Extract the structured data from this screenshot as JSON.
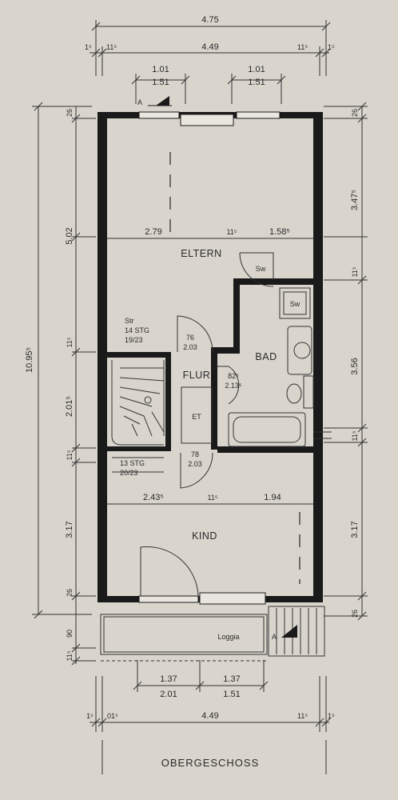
{
  "title": "OBERGESCHOSS",
  "rooms": {
    "eltern": "ELTERN",
    "bad": "BAD",
    "flur": "FLUR",
    "kind": "KIND",
    "loggia": "Loggia",
    "et": "ET",
    "sw_top": "Sw",
    "sw_bath": "Sw"
  },
  "dims_top": {
    "total": "4.75",
    "left_small": "11⁵",
    "left_tiny": "1⁵",
    "inner": "4.49",
    "right_small": "11⁵",
    "right_tiny": "1⁵",
    "win1_outer": "1.01",
    "win1_inner": "1.51",
    "win2_outer": "1.01",
    "win2_inner": "1.51"
  },
  "dims_left": {
    "total": "10.95⁵",
    "top_wall": "26",
    "eltern": "5.02",
    "wall1": "11⁵",
    "stair": "2.01⁵",
    "wall2": "11⁵",
    "kind": "3.17",
    "bottom_wall": "26",
    "loggia": "90",
    "loggia_wall": "11⁵"
  },
  "dims_right": {
    "top_wall": "26",
    "eltern": "3.47⁵",
    "wall1": "11⁵",
    "bad": "3.56",
    "wall2": "11⁵",
    "kind": "3.17",
    "bottom_wall": "26"
  },
  "dims_inner": {
    "eltern_left": "2.79",
    "eltern_mid": "11⁵",
    "eltern_right": "1.58⁵",
    "kind_left": "2.43⁵",
    "kind_mid": "11⁵",
    "kind_right": "1.94",
    "door1_a": "76",
    "door1_b": "2.03",
    "door2_a": "82⁵",
    "door2_b": "2.13⁵",
    "door3_a": "78",
    "door3_b": "2.03"
  },
  "stairs": {
    "up_label": "Str",
    "up_steps": "14 STG",
    "up_ratio": "19/23",
    "down_steps": "13 STG",
    "down_ratio": "20/23"
  },
  "dims_bottom": {
    "door1": "1.37",
    "door1_total": "2.01",
    "door2": "1.37",
    "door2_total": "1.51",
    "left_tiny": "1⁵",
    "left_small": "01⁵",
    "inner": "4.49",
    "right_small": "11⁵",
    "right_tiny": "1⁵"
  },
  "markers": {
    "section_top": "A",
    "section_bottom": "A"
  }
}
